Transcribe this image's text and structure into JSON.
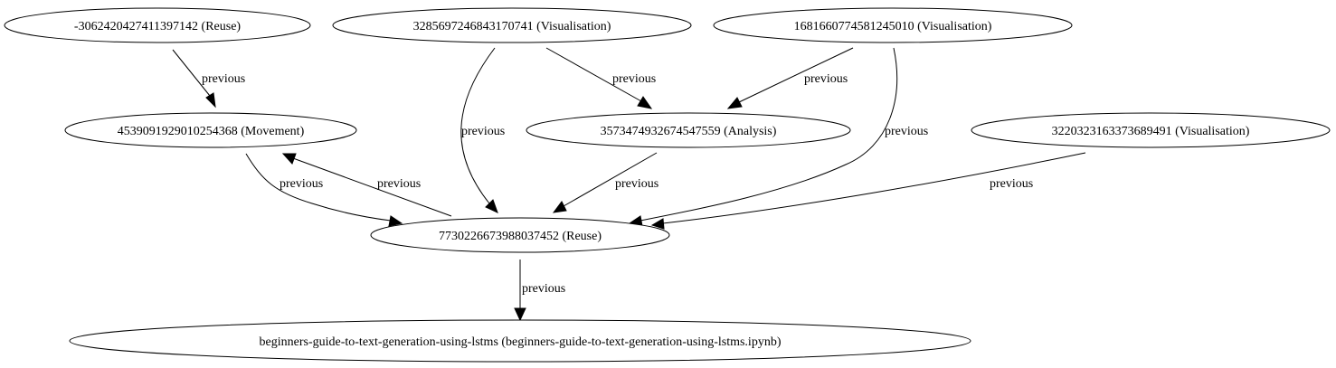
{
  "graph": {
    "nodes": [
      {
        "id": "n_reuse_neg",
        "label": "-3062420427411397142 (Reuse)"
      },
      {
        "id": "n_vis_3285",
        "label": "3285697246843170741 (Visualisation)"
      },
      {
        "id": "n_vis_1681",
        "label": "1681660774581245010 (Visualisation)"
      },
      {
        "id": "n_move",
        "label": "4539091929010254368 (Movement)"
      },
      {
        "id": "n_analysis",
        "label": "3573474932674547559 (Analysis)"
      },
      {
        "id": "n_vis_3220",
        "label": "3220323163373689491 (Visualisation)"
      },
      {
        "id": "n_reuse_773",
        "label": "7730226673988037452 (Reuse)"
      },
      {
        "id": "n_notebook",
        "label": "beginners-guide-to-text-generation-using-lstms (beginners-guide-to-text-generation-using-lstms.ipynb)"
      }
    ],
    "edges": [
      {
        "id": "e1",
        "from": "n_reuse_neg",
        "to": "n_move",
        "label": "previous"
      },
      {
        "id": "e2",
        "from": "n_vis_3285",
        "to": "n_analysis",
        "label": "previous"
      },
      {
        "id": "e3",
        "from": "n_vis_3285",
        "to": "n_reuse_773",
        "label": "previous"
      },
      {
        "id": "e4",
        "from": "n_vis_1681",
        "to": "n_analysis",
        "label": "previous"
      },
      {
        "id": "e5",
        "from": "n_vis_1681",
        "to": "n_reuse_773",
        "label": "previous"
      },
      {
        "id": "e6",
        "from": "n_move",
        "to": "n_reuse_773",
        "label": "previous"
      },
      {
        "id": "e7",
        "from": "n_reuse_773",
        "to": "n_move",
        "label": "previous"
      },
      {
        "id": "e8",
        "from": "n_analysis",
        "to": "n_reuse_773",
        "label": "previous"
      },
      {
        "id": "e9",
        "from": "n_vis_3220",
        "to": "n_reuse_773",
        "label": "previous"
      },
      {
        "id": "e10",
        "from": "n_reuse_773",
        "to": "n_notebook",
        "label": "previous"
      }
    ]
  }
}
